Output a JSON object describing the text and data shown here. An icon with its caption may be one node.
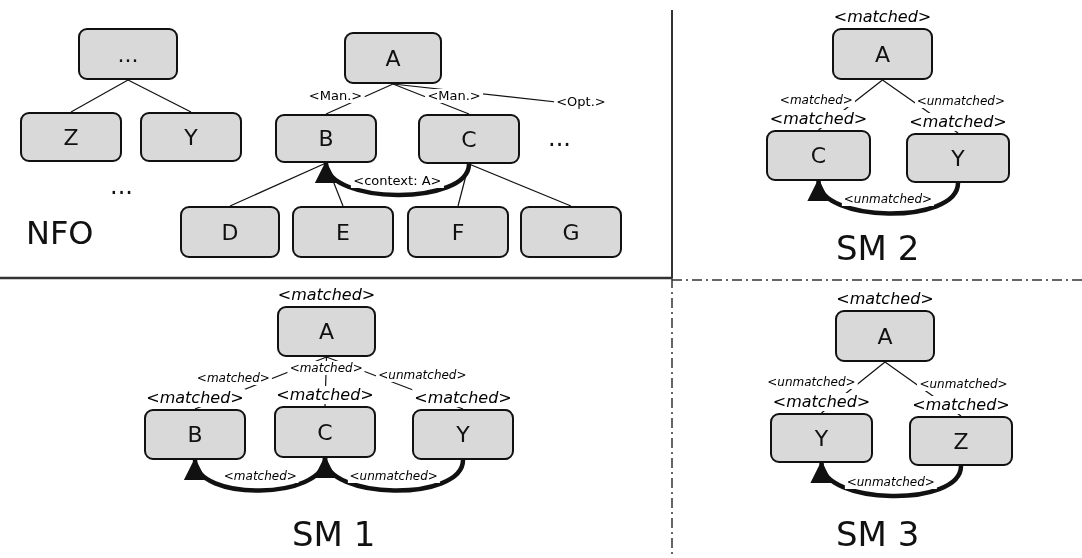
{
  "diagram": {
    "nodes": [
      {
        "text": [
          "..."
        ]
      },
      {
        "text": [
          "Z"
        ]
      },
      {
        "text": [
          "Y"
        ]
      },
      {
        "text": [
          "A"
        ]
      },
      {
        "text": [
          "B"
        ]
      },
      {
        "text": [
          "C"
        ]
      },
      {
        "text": [
          "D"
        ]
      },
      {
        "text": [
          "E"
        ]
      },
      {
        "text": [
          "F"
        ]
      },
      {
        "text": [
          "G"
        ]
      },
      {
        "text": [
          "A"
        ],
        "beside": [
          "<matched>"
        ]
      },
      {
        "text": [
          "C"
        ],
        "beside": [
          "<matched>"
        ]
      },
      {
        "text": [
          "Y"
        ],
        "beside": [
          "<matched>"
        ]
      },
      {
        "text": [
          "A"
        ],
        "beside": [
          "<matched>"
        ]
      },
      {
        "text": [
          "B"
        ],
        "beside": [
          "<matched>"
        ]
      },
      {
        "text": [
          "C"
        ],
        "beside": [
          "<matched>"
        ]
      },
      {
        "text": [
          "Y"
        ],
        "beside": [
          "<matched>"
        ]
      },
      {
        "text": [
          "A"
        ],
        "beside": [
          "<matched>"
        ]
      },
      {
        "text": [
          "Y"
        ],
        "beside": [
          "<matched>"
        ]
      },
      {
        "text": [
          "Z"
        ],
        "beside": [
          "<matched>"
        ]
      }
    ],
    "edges": [
      {
        "from": 0,
        "to": 1,
        "arrow": "none"
      },
      {
        "from": 0,
        "to": 2,
        "arrow": "none"
      },
      {
        "from": 3,
        "to": 4,
        "arrow": "none",
        "label": "<Man.>"
      },
      {
        "from": 3,
        "to": 5,
        "arrow": "none",
        "label": "<Man.>"
      },
      {
        "from": 3,
        "to": null,
        "arrow": "none",
        "label": "<Opt.>"
      },
      {
        "from": 4,
        "to": 6,
        "arrow": "none"
      },
      {
        "from": 4,
        "to": 7,
        "arrow": "none"
      },
      {
        "from": 5,
        "to": 8,
        "arrow": "none"
      },
      {
        "from": 5,
        "to": 9,
        "arrow": "none"
      },
      {
        "from": 5,
        "to": 4,
        "arrow": "to",
        "style": "thick",
        "label": "<context: A>"
      },
      {
        "from": 10,
        "to": 11,
        "arrow": "none",
        "label": "<matched>"
      },
      {
        "from": 10,
        "to": 12,
        "arrow": "none",
        "label": "<unmatched>"
      },
      {
        "from": 12,
        "to": 11,
        "arrow": "to",
        "style": "thick",
        "label": "<unmatched>"
      },
      {
        "from": 13,
        "to": 14,
        "arrow": "none",
        "label": "<matched>"
      },
      {
        "from": 13,
        "to": 15,
        "arrow": "none",
        "label": "<matched>"
      },
      {
        "from": 13,
        "to": 16,
        "arrow": "none",
        "label": "<unmatched>"
      },
      {
        "from": 15,
        "to": 14,
        "arrow": "to",
        "style": "thick",
        "label": "<matched>"
      },
      {
        "from": 16,
        "to": 15,
        "arrow": "to",
        "style": "thick",
        "label": "<unmatched>"
      },
      {
        "from": 17,
        "to": 18,
        "arrow": "none",
        "label": "<unmatched>"
      },
      {
        "from": 17,
        "to": 19,
        "arrow": "none",
        "label": "<unmatched>"
      },
      {
        "from": 19,
        "to": 18,
        "arrow": "to",
        "style": "thick",
        "label": "<unmatched>"
      }
    ],
    "labels": [
      "...",
      "...",
      "NFO",
      "SM 2",
      "SM 1",
      "SM 3"
    ]
  }
}
